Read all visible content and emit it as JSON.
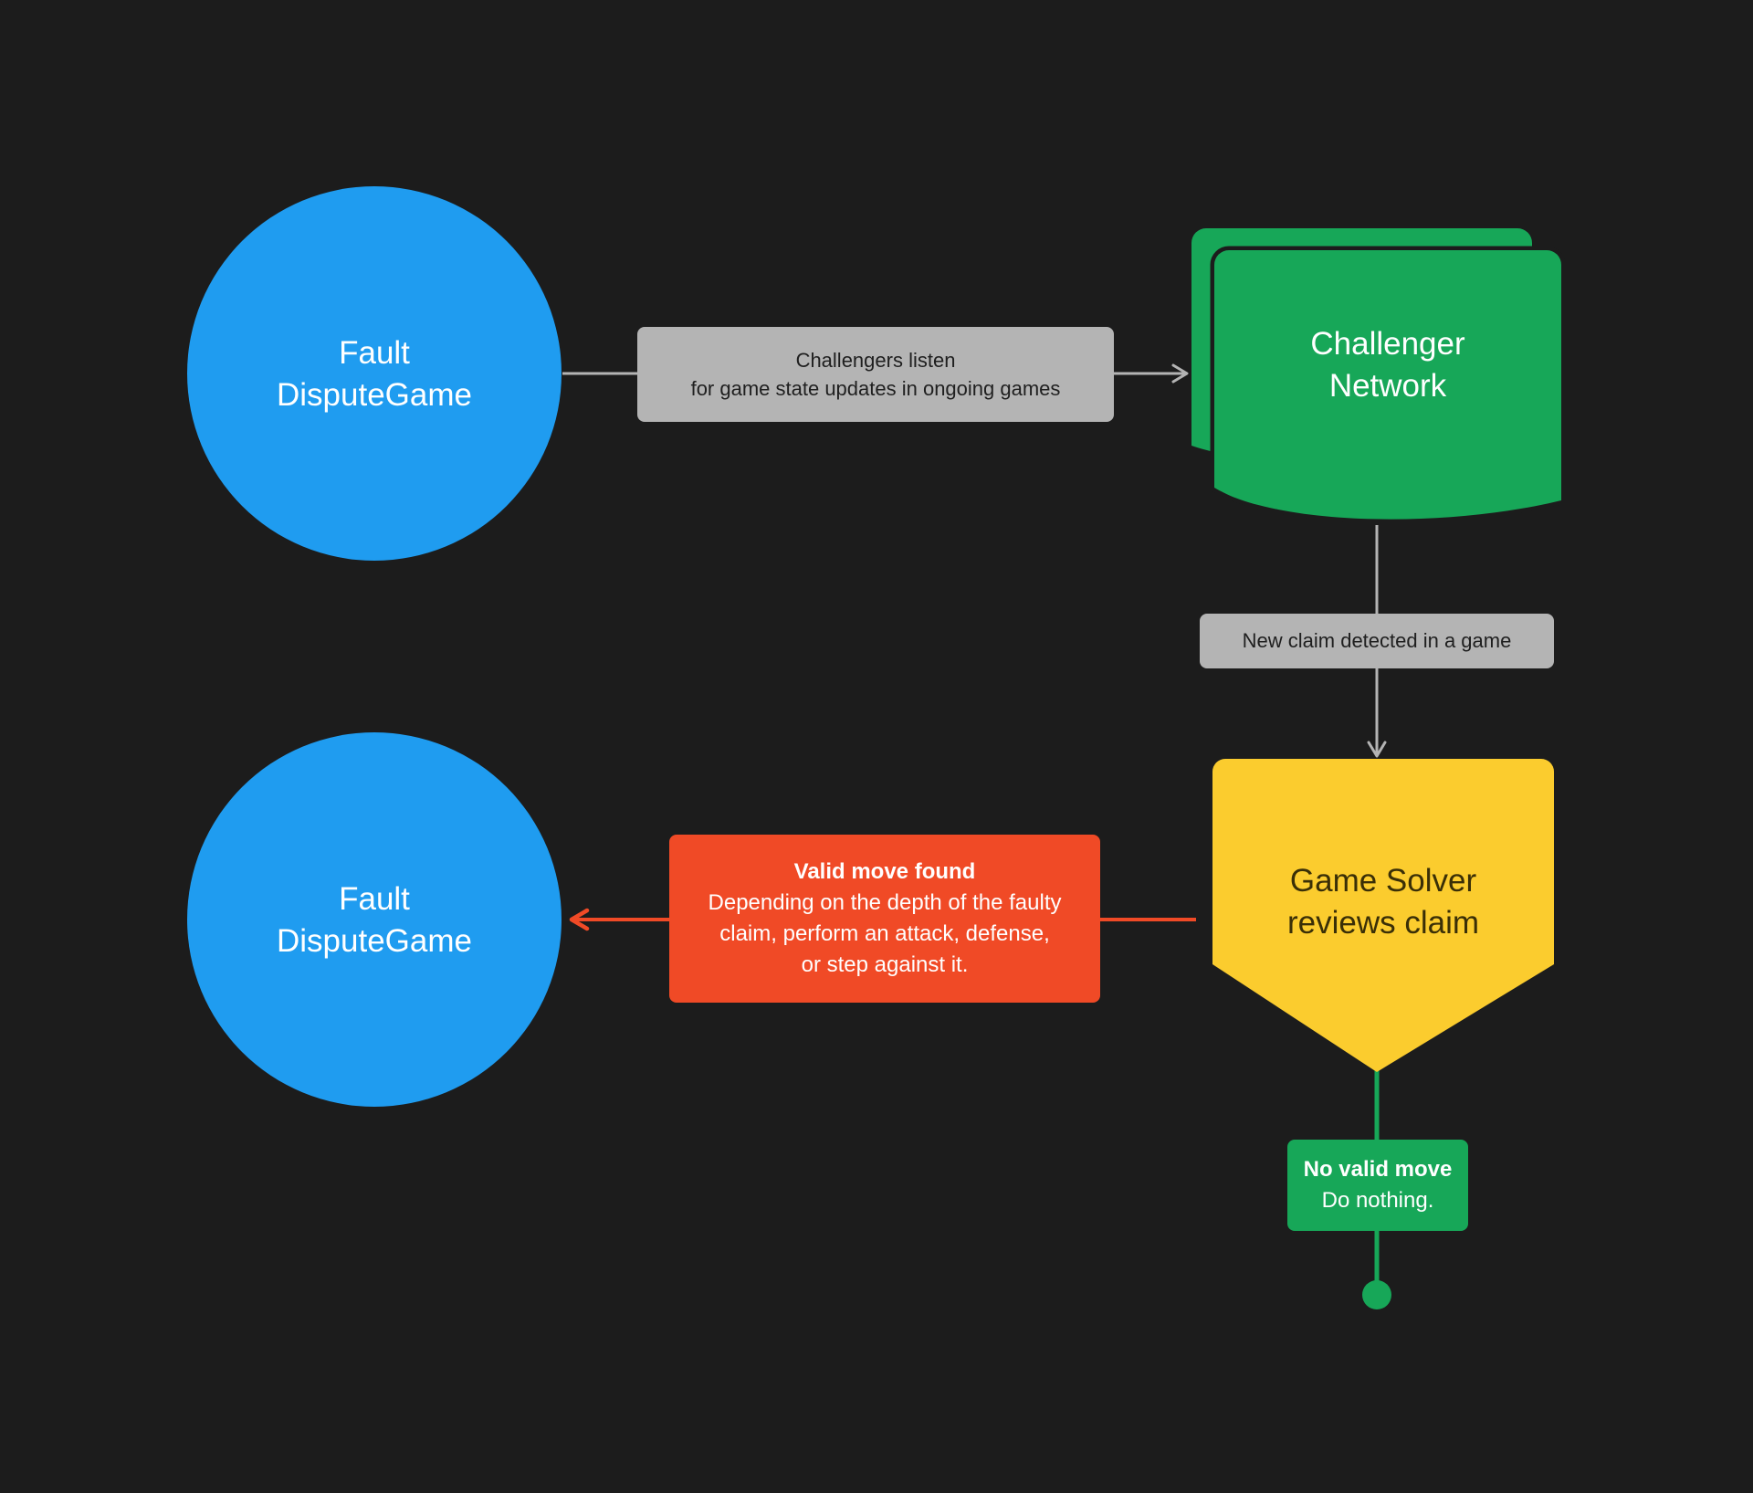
{
  "diagram": {
    "title": "Fault Dispute Game challenger flow",
    "background_color": "#1c1c1c",
    "colors": {
      "blue_node": "#1f9cf0",
      "green_node": "#17a758",
      "yellow_node": "#fbcc2e",
      "gray_label": "#b4b4b4",
      "orange_edge": "#f04a26",
      "gray_edge": "#b4b4b4",
      "green_edge": "#17a758",
      "node_text_light": "#ffffff",
      "node_text_dark": "#3a2f07",
      "label_text_dark": "#1f1f1f"
    }
  },
  "nodes": {
    "fault_dispute_game_top": {
      "shape": "circle",
      "line1": "Fault",
      "line2": "DisputeGame"
    },
    "challenger_network": {
      "shape": "multi-document",
      "line1": "Challenger",
      "line2": "Network"
    },
    "game_solver": {
      "shape": "pentagon-down",
      "line1": "Game Solver",
      "line2": "reviews claim"
    },
    "fault_dispute_game_bottom": {
      "shape": "circle",
      "line1": "Fault",
      "line2": "DisputeGame"
    },
    "terminator": {
      "shape": "dot"
    }
  },
  "edges": {
    "listen": {
      "from": "fault_dispute_game_top",
      "to": "challenger_network",
      "color": "#b4b4b4",
      "label_line1": "Challengers listen",
      "label_line2": "for game state updates in ongoing games"
    },
    "new_claim": {
      "from": "challenger_network",
      "to": "game_solver",
      "color": "#b4b4b4",
      "label_line1": "New claim detected in a game"
    },
    "valid_move": {
      "from": "game_solver",
      "to": "fault_dispute_game_bottom",
      "color": "#f04a26",
      "label_heading": "Valid move found",
      "label_line1": "Depending on the depth of the faulty",
      "label_line2": "claim, perform an attack, defense,",
      "label_line3": "or step against it."
    },
    "no_valid_move": {
      "from": "game_solver",
      "to": "terminator",
      "color": "#17a758",
      "label_heading": "No valid move",
      "label_line1": "Do nothing."
    }
  }
}
